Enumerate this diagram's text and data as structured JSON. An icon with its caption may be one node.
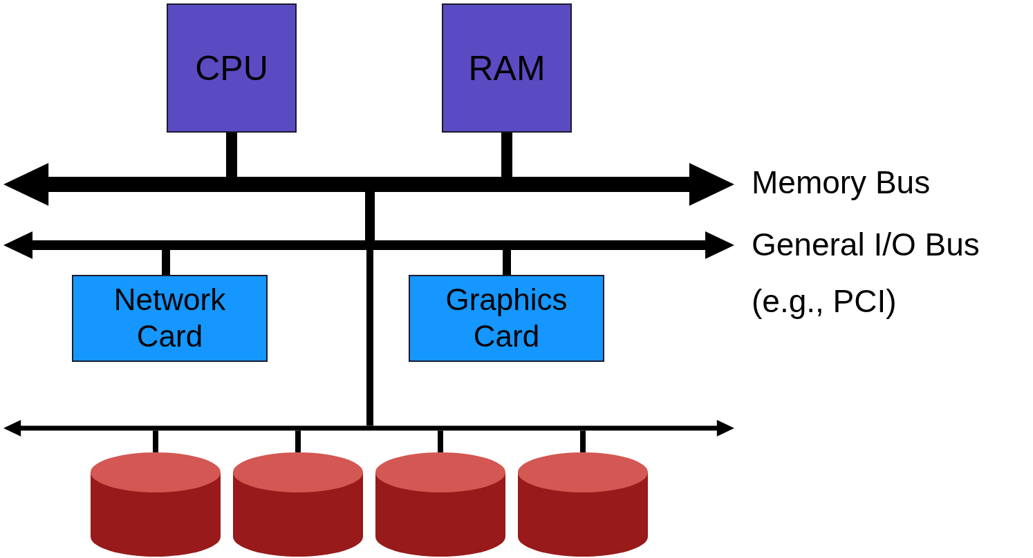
{
  "diagram": {
    "nodes": [
      {
        "text": [
          "CPU"
        ]
      },
      {
        "text": [
          "RAM"
        ]
      },
      {
        "text": [],
        "shape": "bar",
        "beside": [
          "Memory Bus"
        ]
      },
      {
        "text": [],
        "shape": "bar",
        "beside": [
          "General I/O Bus",
          "(e.g., PCI)"
        ]
      },
      {
        "text": [
          "Network Card"
        ]
      },
      {
        "text": [
          "Graphics Card"
        ]
      },
      {
        "text": [],
        "shape": "bar"
      },
      {
        "text": [],
        "shape": "cylinder"
      },
      {
        "text": [],
        "shape": "cylinder"
      },
      {
        "text": [],
        "shape": "cylinder"
      },
      {
        "text": [],
        "shape": "cylinder"
      }
    ],
    "edges": [
      {
        "from": 0,
        "to": 2,
        "arrow": "none"
      },
      {
        "from": 1,
        "to": 2,
        "arrow": "none"
      },
      {
        "from": 2,
        "to": 3,
        "arrow": "none"
      },
      {
        "from": 4,
        "to": 3,
        "arrow": "none"
      },
      {
        "from": 5,
        "to": 3,
        "arrow": "none"
      },
      {
        "from": 3,
        "to": 6,
        "arrow": "none"
      },
      {
        "from": 7,
        "to": 6,
        "arrow": "none"
      },
      {
        "from": 8,
        "to": 6,
        "arrow": "none"
      },
      {
        "from": 9,
        "to": 6,
        "arrow": "none"
      },
      {
        "from": 10,
        "to": 6,
        "arrow": "none"
      }
    ]
  }
}
